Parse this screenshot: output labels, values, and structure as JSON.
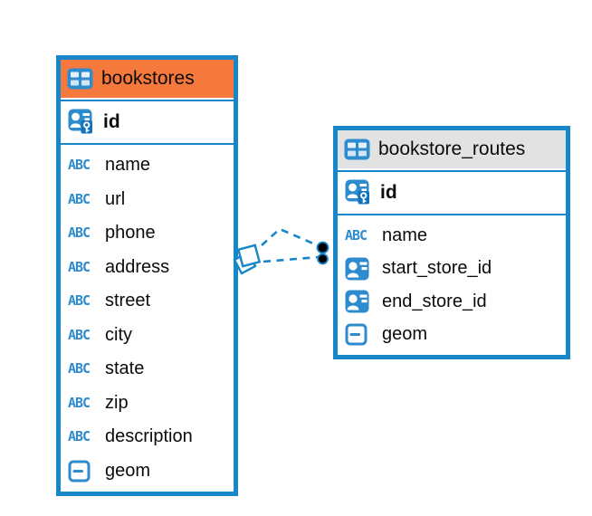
{
  "colors": {
    "accent_blue": "#1787C9",
    "icon_blue": "#2E8BCE",
    "selected_header_orange": "#F5783C",
    "header_gray": "#E2E2E2",
    "link_dot_black": "#000000",
    "canvas_background": "#FFFFFF"
  },
  "icons": {
    "text_type_label": "ABC"
  },
  "tables": [
    {
      "title": "bookstores",
      "header_style": "selected-orange",
      "pk": {
        "name": "id",
        "type": "primary-key"
      },
      "columns": [
        {
          "name": "name",
          "type": "text"
        },
        {
          "name": "url",
          "type": "text"
        },
        {
          "name": "phone",
          "type": "text"
        },
        {
          "name": "address",
          "type": "text"
        },
        {
          "name": "street",
          "type": "text"
        },
        {
          "name": "city",
          "type": "text"
        },
        {
          "name": "state",
          "type": "text"
        },
        {
          "name": "zip",
          "type": "text"
        },
        {
          "name": "description",
          "type": "text"
        },
        {
          "name": "geom",
          "type": "geometry"
        }
      ]
    },
    {
      "title": "bookstore_routes",
      "header_style": "gray",
      "pk": {
        "name": "id",
        "type": "primary-key"
      },
      "columns": [
        {
          "name": "name",
          "type": "text"
        },
        {
          "name": "start_store_id",
          "type": "reference"
        },
        {
          "name": "end_store_id",
          "type": "reference"
        },
        {
          "name": "geom",
          "type": "geometry"
        }
      ]
    }
  ],
  "relations": [
    {
      "from": "bookstores",
      "to": "bookstore_routes",
      "style": "dashed"
    },
    {
      "from": "bookstores",
      "to": "bookstore_routes",
      "style": "dashed"
    }
  ]
}
